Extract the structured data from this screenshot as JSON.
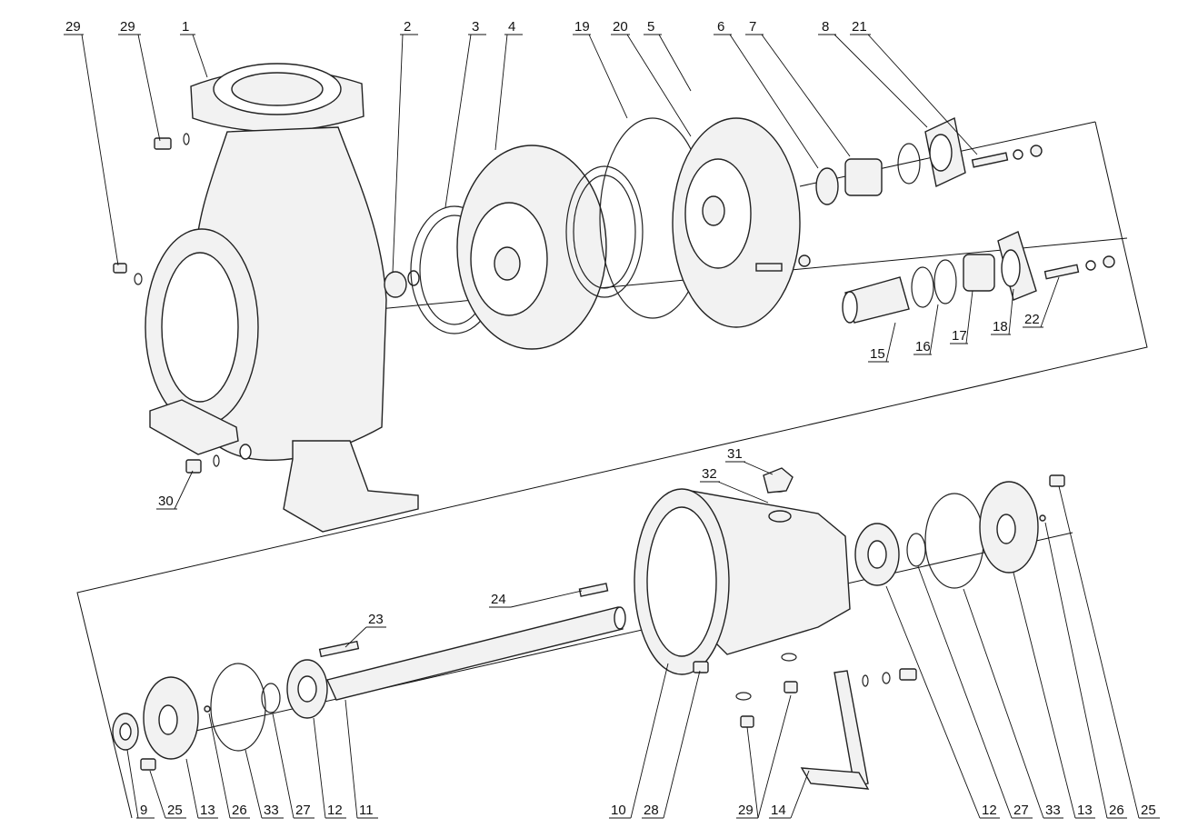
{
  "callouts_top": [
    "29",
    "29",
    "1",
    "2",
    "3",
    "4",
    "19",
    "20",
    "5",
    "6",
    "7",
    "8",
    "21"
  ],
  "callouts_mid_right": [
    "15",
    "16",
    "17",
    "18",
    "22"
  ],
  "callouts_mid_left": [
    "30",
    "31",
    "32"
  ],
  "callouts_lower_inner": [
    "23",
    "24"
  ],
  "callouts_bottom": [
    "9",
    "25",
    "13",
    "26",
    "33",
    "27",
    "12",
    "11",
    "10",
    "28",
    "29",
    "14",
    "12",
    "27",
    "33",
    "13",
    "26",
    "25"
  ]
}
